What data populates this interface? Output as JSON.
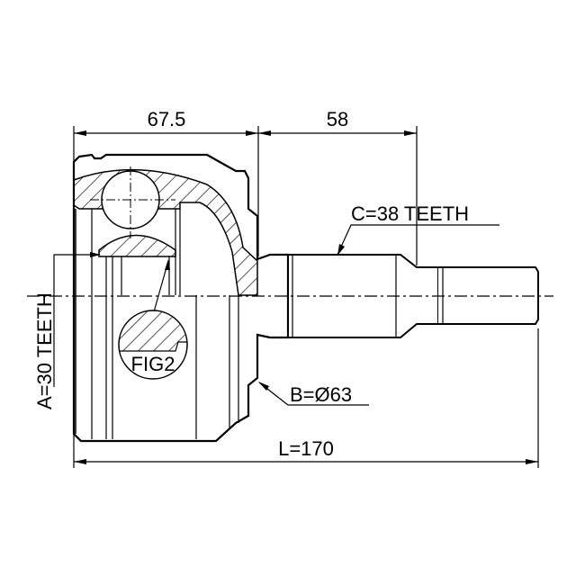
{
  "drawing": {
    "dim_housing_length": "67.5",
    "dim_shaft_length": "58",
    "spline_outer": "C=38 TEETH",
    "spline_inner": "A=30 TEETH",
    "abs_ring": "B=Ø63",
    "total_length": "L=170",
    "detail_label": "FIG2"
  },
  "colors": {
    "line": "#000000",
    "background": "#ffffff"
  }
}
